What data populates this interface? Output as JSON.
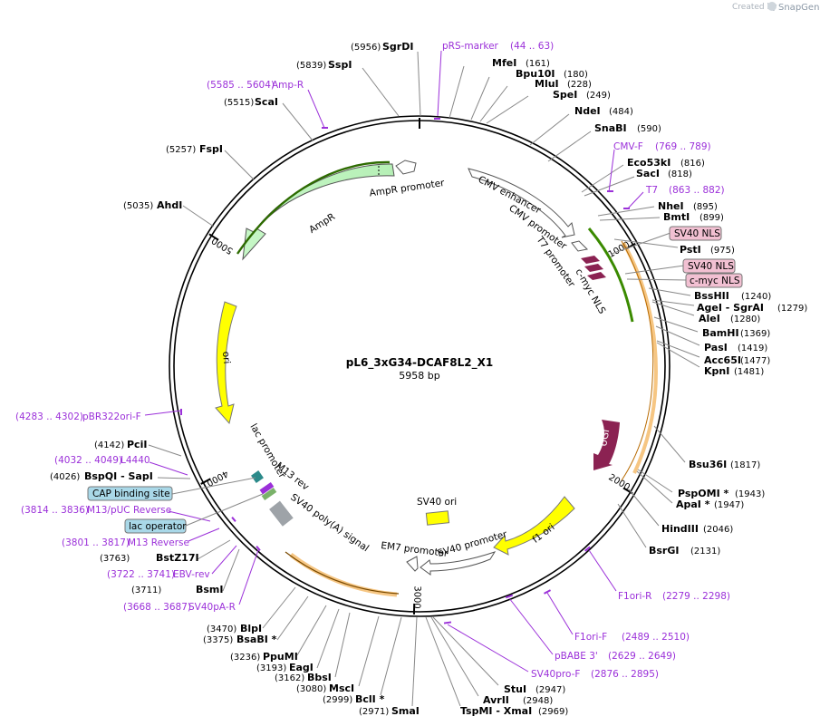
{
  "brand": {
    "prefix": "Created by",
    "name": "SnapGene"
  },
  "plasmid": {
    "name": "pL6_3xG34-DCAF8L2_X1",
    "length_label": "5958 bp"
  },
  "ring_ticks": [
    {
      "label": "1000",
      "bp": 1000
    },
    {
      "label": "2000",
      "bp": 2000
    },
    {
      "label": "3000",
      "bp": 3000
    },
    {
      "label": "4000",
      "bp": 4000
    },
    {
      "label": "5000",
      "bp": 5000
    }
  ],
  "enzymes": [
    {
      "name": "SgrDI",
      "pos": "(5956)",
      "side": "L"
    },
    {
      "name": "SspI",
      "pos": "(5839)",
      "side": "L"
    },
    {
      "name": "ScaI",
      "pos": "(5515)",
      "side": "L"
    },
    {
      "name": "FspI",
      "pos": "(5257)",
      "side": "L"
    },
    {
      "name": "AhdI",
      "pos": "(5035)",
      "side": "L"
    },
    {
      "name": "PciI",
      "pos": "(4142)",
      "side": "L"
    },
    {
      "name": "BspQI   - SapI",
      "pos": "(4026)",
      "side": "L"
    },
    {
      "name": "BstZ17I",
      "pos": "(3763)",
      "side": "L"
    },
    {
      "name": "BsmI",
      "pos": "(3711)",
      "side": "L"
    },
    {
      "name": "BlpI",
      "pos": "(3470)",
      "side": "L"
    },
    {
      "name": "BsaBI *",
      "pos": "(3375)",
      "side": "L"
    },
    {
      "name": "PpuMI",
      "pos": "(3236)",
      "side": "L"
    },
    {
      "name": "EagI",
      "pos": "(3193)",
      "side": "L"
    },
    {
      "name": "BbsI",
      "pos": "(3162)",
      "side": "L"
    },
    {
      "name": "MscI",
      "pos": "(3080)",
      "side": "L"
    },
    {
      "name": "BclI *",
      "pos": "(2999)",
      "side": "L"
    },
    {
      "name": "SmaI",
      "pos": "(2971)",
      "side": "L"
    },
    {
      "name": "MfeI",
      "pos": "(161)",
      "side": "R"
    },
    {
      "name": "Bpu10I",
      "pos": "(180)",
      "side": "R"
    },
    {
      "name": "MluI",
      "pos": "(228)",
      "side": "R"
    },
    {
      "name": "SpeI",
      "pos": "(249)",
      "side": "R"
    },
    {
      "name": "NdeI",
      "pos": "(484)",
      "side": "R"
    },
    {
      "name": "SnaBI",
      "pos": "(590)",
      "side": "R"
    },
    {
      "name": "Eco53kI",
      "pos": "(816)",
      "side": "R"
    },
    {
      "name": "SacI",
      "pos": "(818)",
      "side": "R"
    },
    {
      "name": "NheI",
      "pos": "(895)",
      "side": "R"
    },
    {
      "name": "BmtI",
      "pos": "(899)",
      "side": "R"
    },
    {
      "name": "PstI",
      "pos": "(975)",
      "side": "R"
    },
    {
      "name": "BssHII",
      "pos": "(1240)",
      "side": "R"
    },
    {
      "name": "AgeI   - SgrAI",
      "pos": "(1279)",
      "side": "R"
    },
    {
      "name": "AleI",
      "pos": "(1280)",
      "side": "R"
    },
    {
      "name": "BamHI",
      "pos": "(1369)",
      "side": "R"
    },
    {
      "name": "PasI",
      "pos": "(1419)",
      "side": "R"
    },
    {
      "name": "Acc65I",
      "pos": "(1477)",
      "side": "R"
    },
    {
      "name": "KpnI",
      "pos": "(1481)",
      "side": "R"
    },
    {
      "name": "Bsu36I",
      "pos": "(1817)",
      "side": "R"
    },
    {
      "name": "PspOMI *",
      "pos": "(1943)",
      "side": "R"
    },
    {
      "name": "ApaI *",
      "pos": "(1947)",
      "side": "R"
    },
    {
      "name": "HindIII",
      "pos": "(2046)",
      "side": "R"
    },
    {
      "name": "BsrGI",
      "pos": "(2131)",
      "side": "R"
    },
    {
      "name": "StuI",
      "pos": "(2947)",
      "side": "R"
    },
    {
      "name": "AvrII",
      "pos": "(2948)",
      "side": "R"
    },
    {
      "name": "TspMI   - XmaI",
      "pos": "(2969)",
      "side": "R"
    }
  ],
  "primers": [
    {
      "name": "pRS-marker",
      "range": "(44 .. 63)"
    },
    {
      "name": "Amp-R",
      "range": "(5585 .. 5604)"
    },
    {
      "name": "CMV-F",
      "range": "(769 .. 789)"
    },
    {
      "name": "T7",
      "range": "(863 .. 882)"
    },
    {
      "name": "pBR322ori-F",
      "range": "(4283 .. 4302)"
    },
    {
      "name": "L4440",
      "range": "(4032 .. 4049)"
    },
    {
      "name": "M13/pUC Reverse",
      "range": "(3814 .. 3836)"
    },
    {
      "name": "M13 Reverse",
      "range": "(3801 .. 3817)"
    },
    {
      "name": "EBV-rev",
      "range": "(3722 .. 3741)"
    },
    {
      "name": "SV40pA-R",
      "range": "(3668 .. 3687)"
    },
    {
      "name": "F1ori-R",
      "range": "(2279 .. 2298)"
    },
    {
      "name": "F1ori-F",
      "range": "(2489 .. 2510)"
    },
    {
      "name": "pBABE 3'",
      "range": "(2629 .. 2649)"
    },
    {
      "name": "SV40pro-F",
      "range": "(2876 .. 2895)"
    }
  ],
  "boxed_features": [
    {
      "label": "SV40 NLS",
      "fill": "#f2c0d2"
    },
    {
      "label": "SV40 NLS",
      "fill": "#f2c0d2"
    },
    {
      "label": "c-myc NLS",
      "fill": "#f2c0d2"
    },
    {
      "label": "CAP binding site",
      "fill": "#a9d8e8"
    },
    {
      "label": "lac operator",
      "fill": "#a9d8e8"
    }
  ],
  "features": [
    {
      "label": "AmpR promoter"
    },
    {
      "label": "AmpR"
    },
    {
      "label": "ori"
    },
    {
      "label": "CMV enhancer"
    },
    {
      "label": "CMV promoter"
    },
    {
      "label": "T7 promoter"
    },
    {
      "label": "c-myc NLS"
    },
    {
      "label": "UGI"
    },
    {
      "label": "f1 ori"
    },
    {
      "label": "SV40 ori"
    },
    {
      "label": "SV40 promoter"
    },
    {
      "label": "EM7 promoter"
    },
    {
      "label": "SV40 poly(A) signal"
    },
    {
      "label": "M13 rev"
    },
    {
      "label": "lac promoter"
    }
  ],
  "colors": {
    "primer": "#9b30d9",
    "ampr": "#c6f7c6",
    "ori": "#ffff00",
    "ugi": "#8b2252",
    "nls": "#8b2252",
    "orf_highlight": "#f0a030",
    "orf_inner": "#3a8a00",
    "cap": "#2b8a8a",
    "gray_box": "#9ea3a8"
  }
}
